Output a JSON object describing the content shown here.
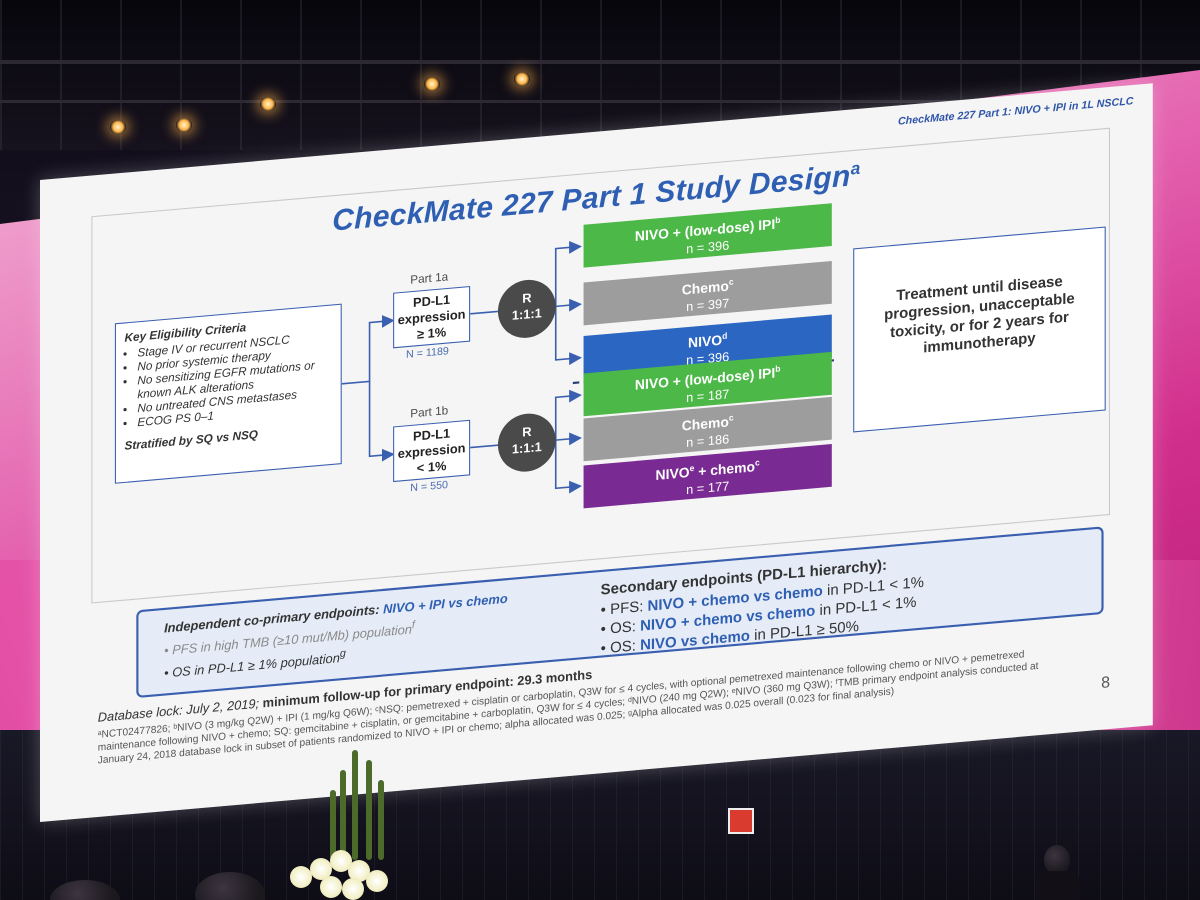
{
  "slide": {
    "header_tag": "CheckMate 227 Part 1: NIVO + IPI in 1L NSCLC",
    "title": "CheckMate 227 Part 1 Study Design",
    "title_sup": "a",
    "eligibility": {
      "heading": "Key Eligibility Criteria",
      "criteria": [
        "Stage IV or recurrent NSCLC",
        "No prior systemic therapy",
        "No sensitizing EGFR mutations or known ALK alterations",
        "No untreated CNS metastases",
        "ECOG PS 0–1"
      ],
      "stratified": "Stratified by SQ vs NSQ"
    },
    "part1a": {
      "label": "Part 1a",
      "box_line1": "PD-L1",
      "box_line2": "expression",
      "box_line3": "≥ 1%",
      "n": "N = 1189",
      "random_line1": "R",
      "random_line2": "1:1:1",
      "arms": [
        {
          "name": "NIVO + (low-dose) IPI",
          "sup": "b",
          "n": "n = 396",
          "color": "#4cb848"
        },
        {
          "name": "Chemo",
          "sup": "c",
          "n": "n = 397",
          "color": "#9d9d9d"
        },
        {
          "name": "NIVO",
          "sup": "d",
          "n": "n = 396",
          "color": "#2b66c3"
        }
      ]
    },
    "part1b": {
      "label": "Part 1b",
      "box_line1": "PD-L1",
      "box_line2": "expression",
      "box_line3": "< 1%",
      "n": "N = 550",
      "random_line1": "R",
      "random_line2": "1:1:1",
      "arms": [
        {
          "name": "NIVO + (low-dose) IPI",
          "sup": "b",
          "n": "n = 187",
          "color": "#4cb848"
        },
        {
          "name": "Chemo",
          "sup": "c",
          "n": "n = 186",
          "color": "#9d9d9d"
        },
        {
          "name": "NIVO",
          "sup": "e",
          "name2": " + chemo",
          "sup2": "c",
          "n": "n = 177",
          "color": "#7a2b93"
        }
      ]
    },
    "treatment": "Treatment until disease progression, unacceptable toxicity, or for 2 years for immunotherapy",
    "primary": {
      "heading_a": "Independent co-primary endpoints: ",
      "heading_b": "NIVO + IPI vs chemo",
      "items": [
        {
          "text": "PFS in high TMB (≥10 mut/Mb) population",
          "sup": "f"
        },
        {
          "text": "OS in PD-L1 ≥ 1% population",
          "sup": "g"
        }
      ]
    },
    "secondary": {
      "heading": "Secondary endpoints (PD-L1 hierarchy):",
      "items": [
        {
          "label": "PFS:",
          "highlight": "NIVO + chemo vs chemo",
          "rest": "in PD-L1 < 1%"
        },
        {
          "label": "OS:",
          "highlight": "NIVO + chemo vs chemo",
          "rest": "in PD-L1 < 1%"
        },
        {
          "label": "OS:",
          "highlight": "NIVO vs chemo",
          "rest": "in PD-L1 ≥ 50%"
        }
      ]
    },
    "database_lock_a": "Database lock: July 2, 2019; ",
    "database_lock_b": "minimum follow-up for primary endpoint: 29.3 months",
    "footnote": "ᵃNCT02477826; ᵇNIVO (3 mg/kg Q2W) + IPI (1 mg/kg Q6W); ᶜNSQ: pemetrexed + cisplatin or carboplatin, Q3W for ≤ 4 cycles, with optional pemetrexed maintenance following chemo or NIVO + pemetrexed maintenance following NIVO + chemo; SQ: gemcitabine + cisplatin, or gemcitabine + carboplatin, Q3W for ≤ 4 cycles; ᵈNIVO (240 mg Q2W); ᵉNIVO (360 mg Q3W); ᶠTMB primary endpoint analysis conducted at January 24, 2018 database lock in subset of patients randomized to NIVO + IPI or chemo; alpha allocated was 0.025; ᵍAlpha allocated was 0.025 overall (0.023 for final analysis)",
    "page_number": "8"
  },
  "colors": {
    "title_blue": "#2f5fb3",
    "arm_green": "#4cb848",
    "arm_grey": "#9d9d9d",
    "arm_blue": "#2b66c3",
    "arm_purple": "#7a2b93",
    "stage_pink": "#e35fad"
  }
}
